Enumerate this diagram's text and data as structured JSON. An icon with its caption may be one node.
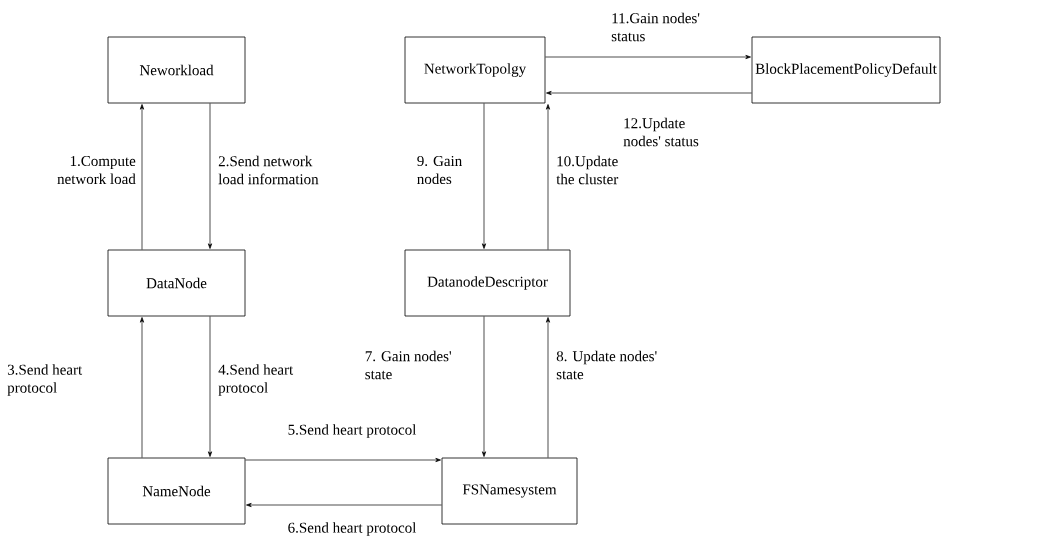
{
  "diagram": {
    "nodes": [
      {
        "text": [
          "Neworkload"
        ]
      },
      {
        "text": [
          "NetworkTopolgy"
        ]
      },
      {
        "text": [
          "BlockPlacementPolicyDefault"
        ]
      },
      {
        "text": [
          "DataNode"
        ]
      },
      {
        "text": [
          "DatanodeDescriptor"
        ]
      },
      {
        "text": [
          "NameNode"
        ]
      },
      {
        "text": [
          "FSNamesystem"
        ]
      }
    ],
    "edges": [
      {
        "from": 3,
        "to": 0,
        "arrow": "to",
        "label": "1.Compute network load"
      },
      {
        "from": 0,
        "to": 3,
        "arrow": "to",
        "label": "2.Send network load information"
      },
      {
        "from": 5,
        "to": 3,
        "arrow": "to",
        "label": "3.Send heart protocol"
      },
      {
        "from": 3,
        "to": 5,
        "arrow": "to",
        "label": "4.Send heart protocol"
      },
      {
        "from": 5,
        "to": 6,
        "arrow": "to",
        "label": "5.Send heart protocol"
      },
      {
        "from": 6,
        "to": 5,
        "arrow": "to",
        "label": "6.Send heart protocol"
      },
      {
        "from": 4,
        "to": 6,
        "arrow": "to",
        "label": "7. Gain nodes' state"
      },
      {
        "from": 6,
        "to": 4,
        "arrow": "to",
        "label": "8. Update nodes' state"
      },
      {
        "from": 1,
        "to": 4,
        "arrow": "to",
        "label": "9. Gain nodes"
      },
      {
        "from": 4,
        "to": 1,
        "arrow": "to",
        "label": "10.Update the cluster"
      },
      {
        "from": 1,
        "to": 2,
        "arrow": "to",
        "label": "11.Gain nodes' status"
      },
      {
        "from": 2,
        "to": 1,
        "arrow": "to",
        "label": "12.Update nodes' status"
      }
    ]
  }
}
